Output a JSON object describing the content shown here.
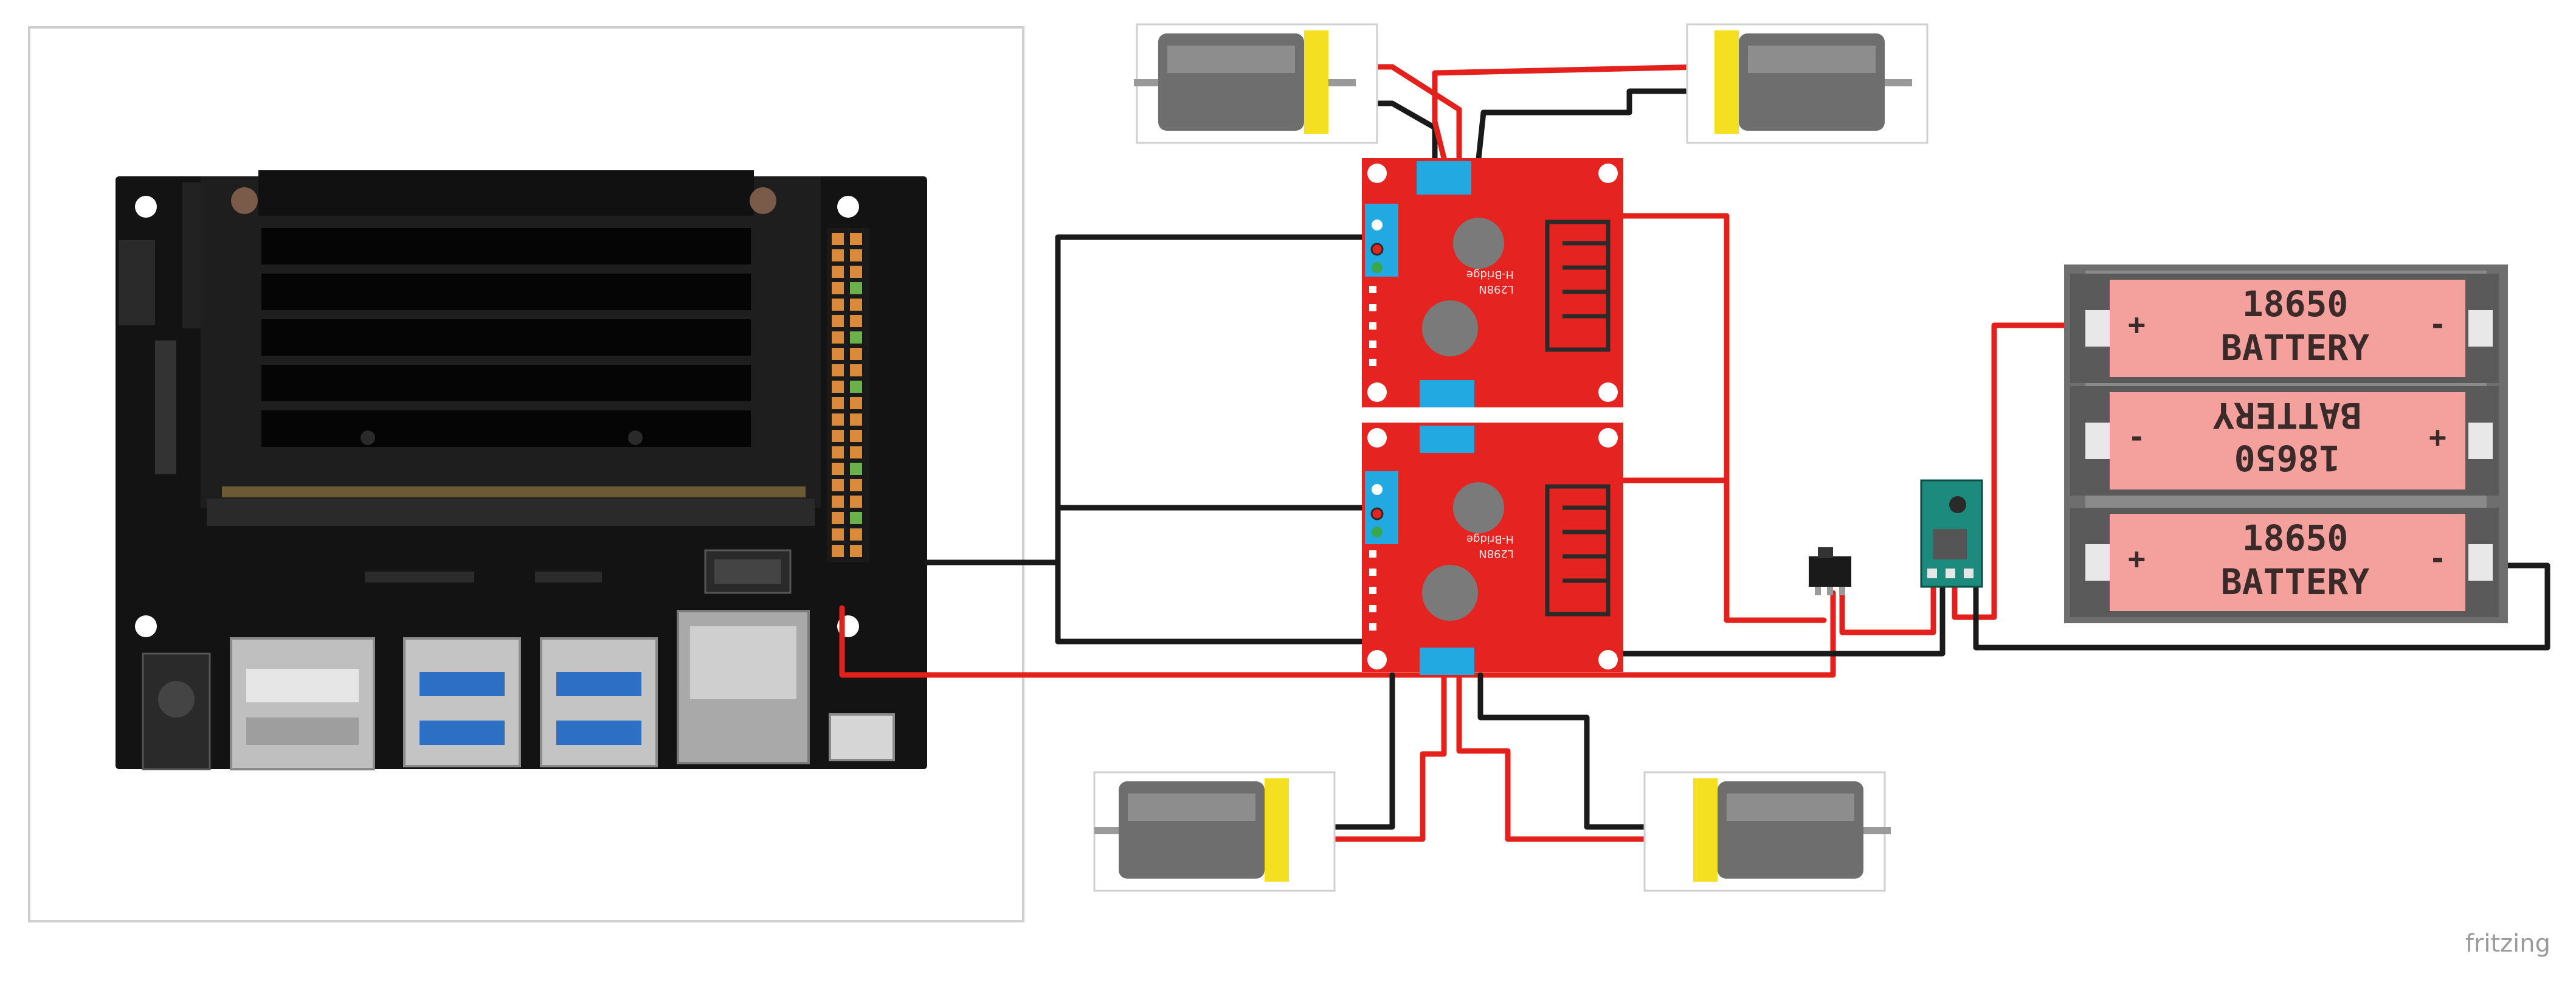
{
  "diagram": {
    "batteries": [
      {
        "line1": "18650",
        "line2": "BATTERY",
        "plus": "+",
        "minus": "-"
      },
      {
        "line1": "18650",
        "line2": "BATTERY",
        "plus": "+",
        "minus": "-"
      },
      {
        "line1": "18650",
        "line2": "BATTERY",
        "plus": "+",
        "minus": "-"
      }
    ],
    "driver_silk": {
      "chip": "L298N",
      "bridge": "H-Bridge"
    },
    "watermark": "fritzing",
    "colors": {
      "wire_red": "#e3201b",
      "wire_black": "#1a1a1a",
      "board_red": "#e52421",
      "terminal_blue": "#23a9e1",
      "pcb_black": "#121212",
      "battery_pink": "#f4a09c",
      "motor_yellow": "#f4e020"
    }
  }
}
